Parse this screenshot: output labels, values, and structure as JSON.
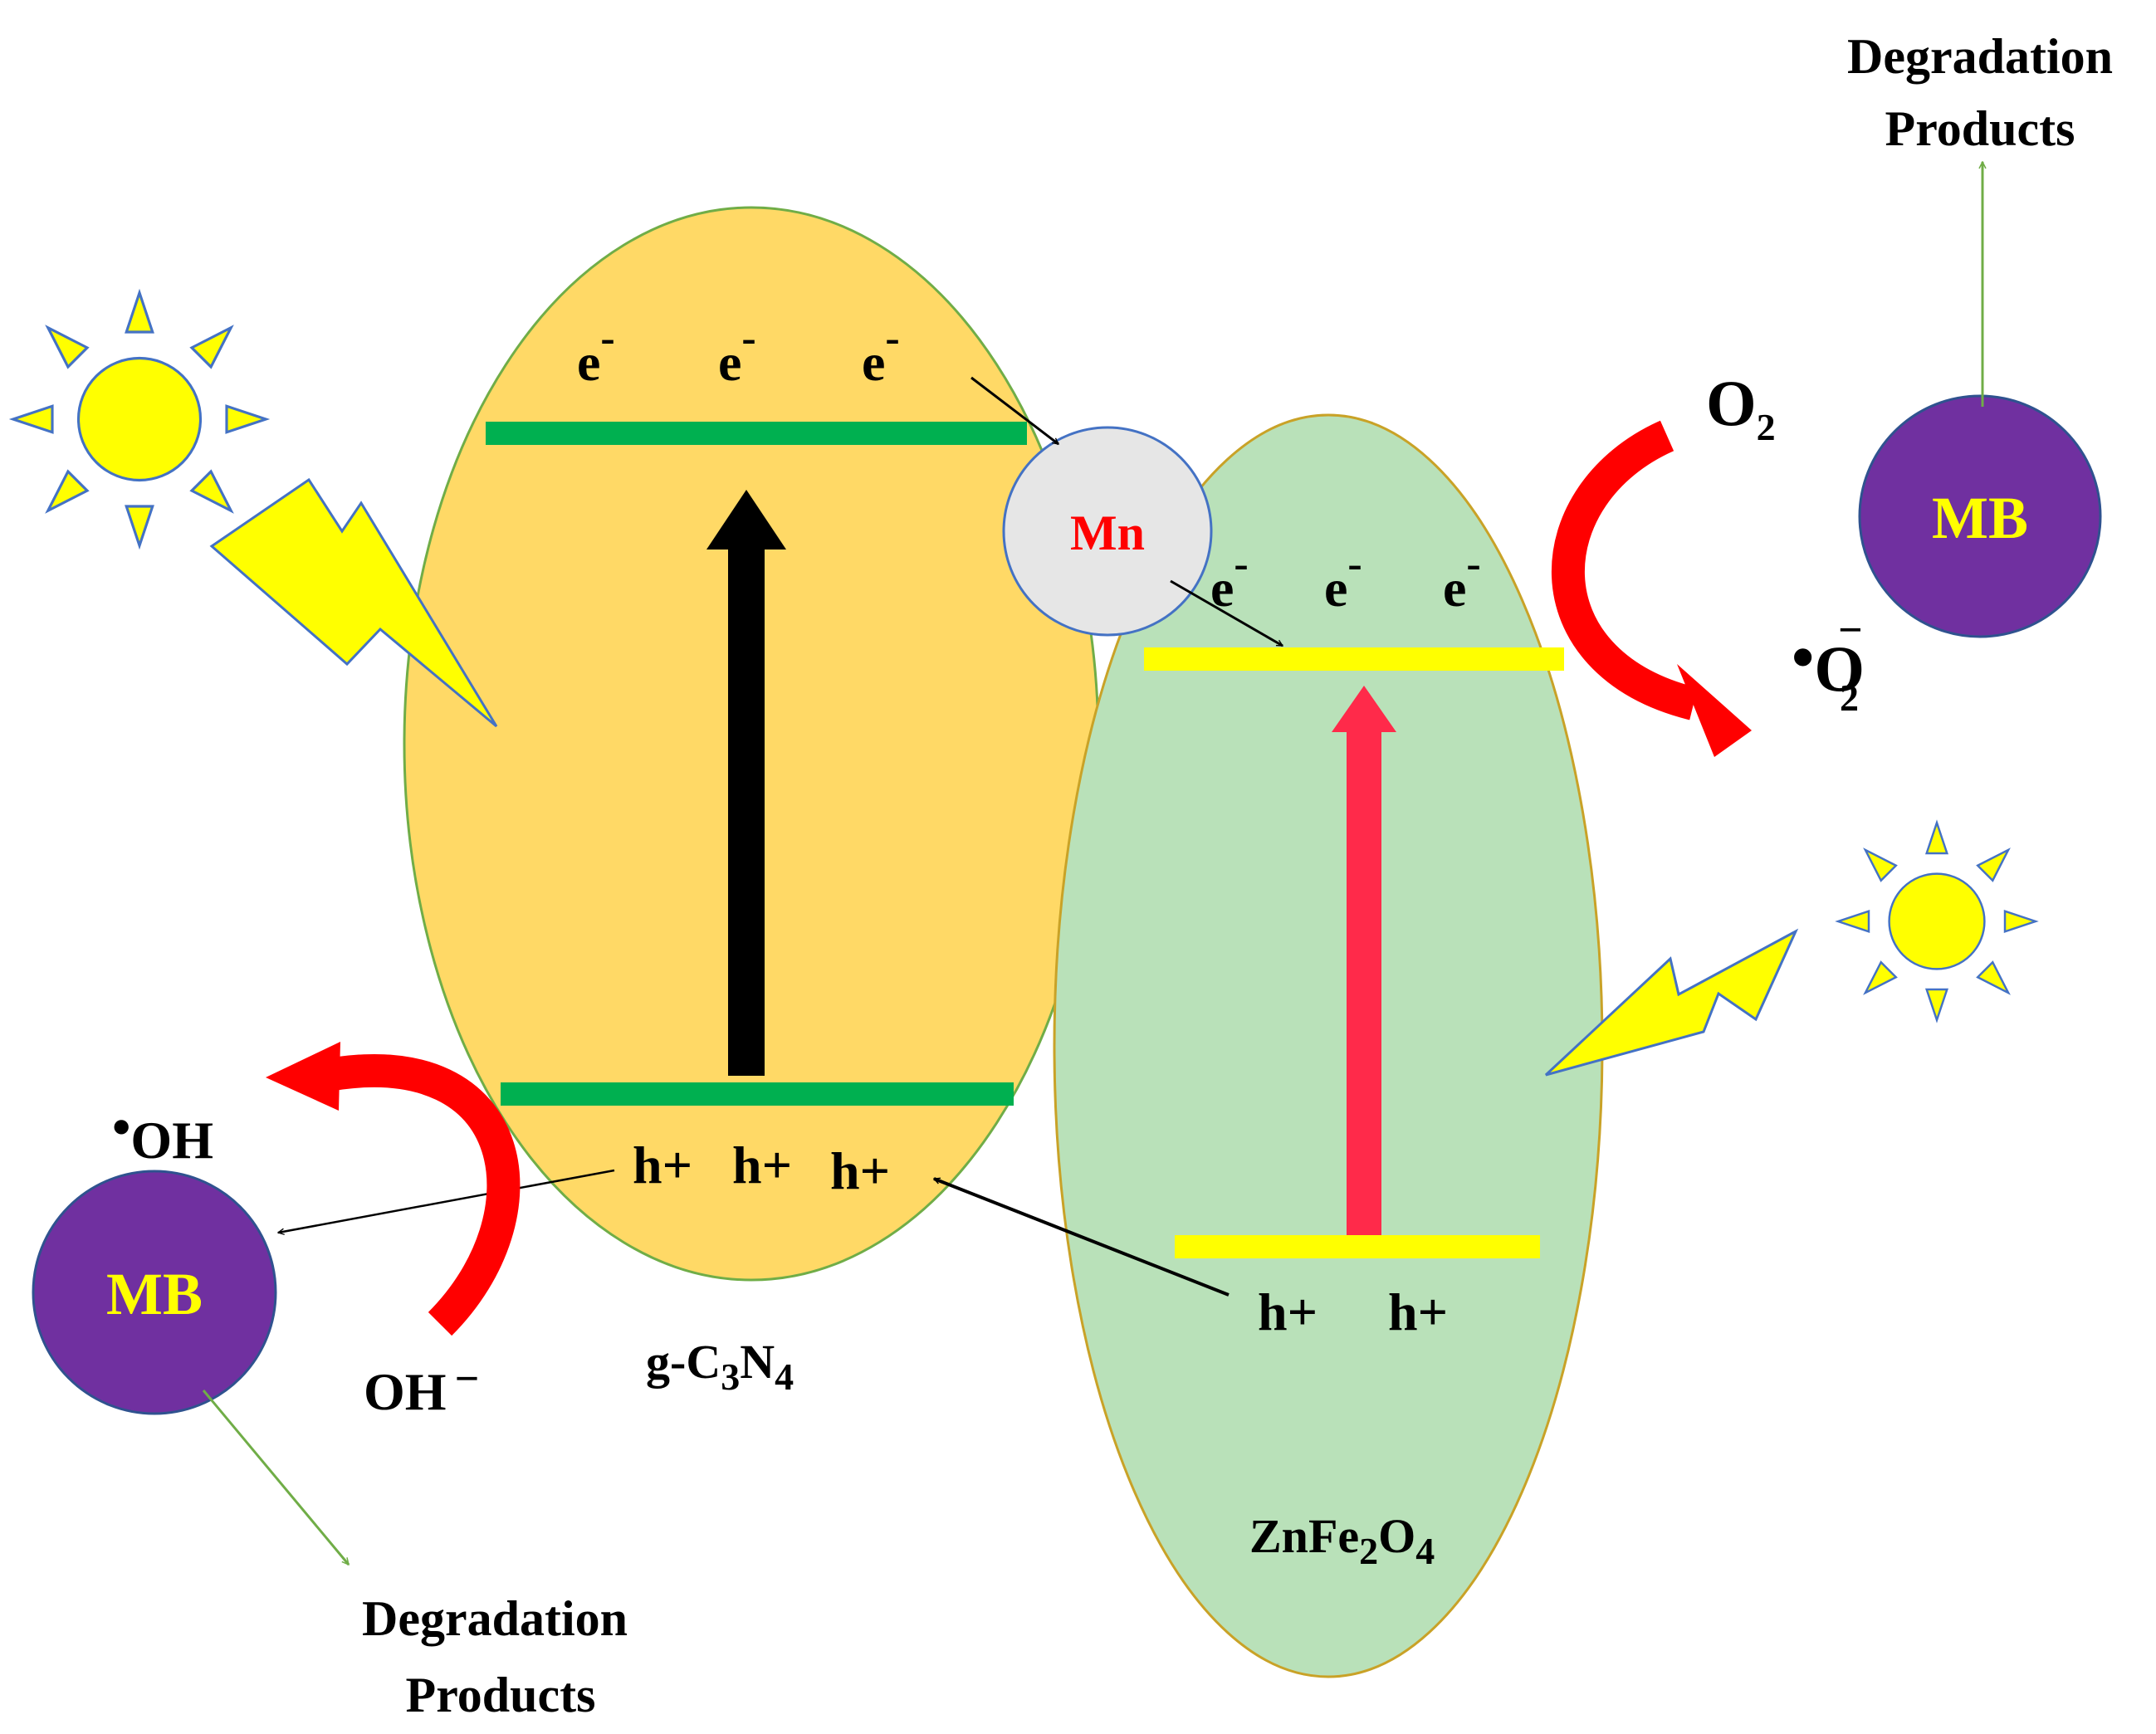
{
  "diagram": {
    "top_right_products": [
      "Degradation",
      "Products"
    ],
    "bottom_left_products": [
      "Degradation",
      "Products"
    ],
    "material_left": {
      "prefix": "g-C",
      "sub1": "3",
      "mid": "N",
      "sub2": "4"
    },
    "material_right": {
      "prefix": "ZnFe",
      "sub1": "2",
      "mid": "O",
      "sub2": "4"
    },
    "electron": {
      "base": "e",
      "charge": "-"
    },
    "hole": "h+",
    "mn": "Mn",
    "mb": "MB",
    "o2": {
      "base": "O",
      "sub": "2"
    },
    "superoxide": {
      "dot": "•",
      "base": "O",
      "sub": "2",
      "charge": "−"
    },
    "hydroxyl_radical": {
      "dot": "•",
      "base": "OH"
    },
    "hydroxide": {
      "base": "OH",
      "charge": "−"
    }
  },
  "colors": {
    "g_c3n4_fill": "#ffd966",
    "znfe2o4_fill": "#b9e1b9",
    "g_c3n4_band": "#00b050",
    "znfe2o4_band": "#ffff00",
    "znfe2o4_excitation": "#ff2a4a",
    "reaction_arrow": "#ff0000",
    "mb_fill": "#7030a0",
    "mb_text": "#ffff00",
    "mn_fill": "#e6e6e6",
    "mn_text": "#ff0000",
    "sun": "#ffff00",
    "product_arrow": "#70ad47"
  }
}
